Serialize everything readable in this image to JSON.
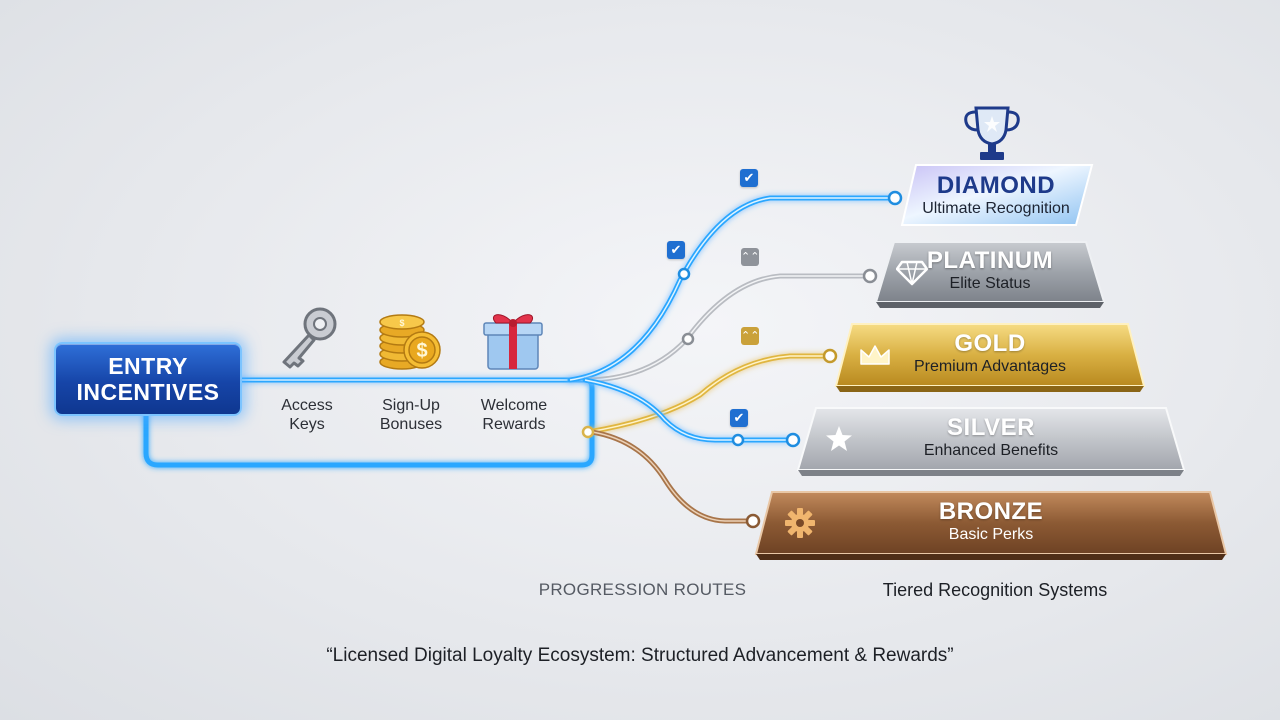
{
  "entry": {
    "line1": "ENTRY",
    "line2": "INCENTIVES"
  },
  "incentives": [
    {
      "icon": "key-icon",
      "line1": "Access",
      "line2": "Keys"
    },
    {
      "icon": "coins-icon",
      "line1": "Sign-Up",
      "line2": "Bonuses"
    },
    {
      "icon": "gift-icon",
      "line1": "Welcome",
      "line2": "Rewards"
    }
  ],
  "tiers": [
    {
      "name": "DIAMOND",
      "subtitle": "Ultimate Recognition",
      "icon": "trophy-icon",
      "color": "#1e3a8a"
    },
    {
      "name": "PLATINUM",
      "subtitle": "Elite Status",
      "icon": "diamond-gem-icon",
      "color": "#9ea3aa"
    },
    {
      "name": "GOLD",
      "subtitle": "Premium Advantages",
      "icon": "crown-icon",
      "color": "#d2a73a"
    },
    {
      "name": "SILVER",
      "subtitle": "Enhanced Benefits",
      "icon": "star-icon",
      "color": "#c2c5ca"
    },
    {
      "name": "BRONZE",
      "subtitle": "Basic Perks",
      "icon": "gear-icon",
      "color": "#8c5a34"
    }
  ],
  "captions": {
    "routes": "PROGRESSION ROUTES",
    "tiers": "Tiered Recognition Systems"
  },
  "footer": "“Licensed Digital Loyalty Ecosystem: Structured Advancement & Rewards”",
  "colors": {
    "route_blue": "#2aa7ff",
    "route_gold": "#e0b640",
    "route_silver": "#b9bcc2",
    "route_bronze": "#a8754a"
  }
}
